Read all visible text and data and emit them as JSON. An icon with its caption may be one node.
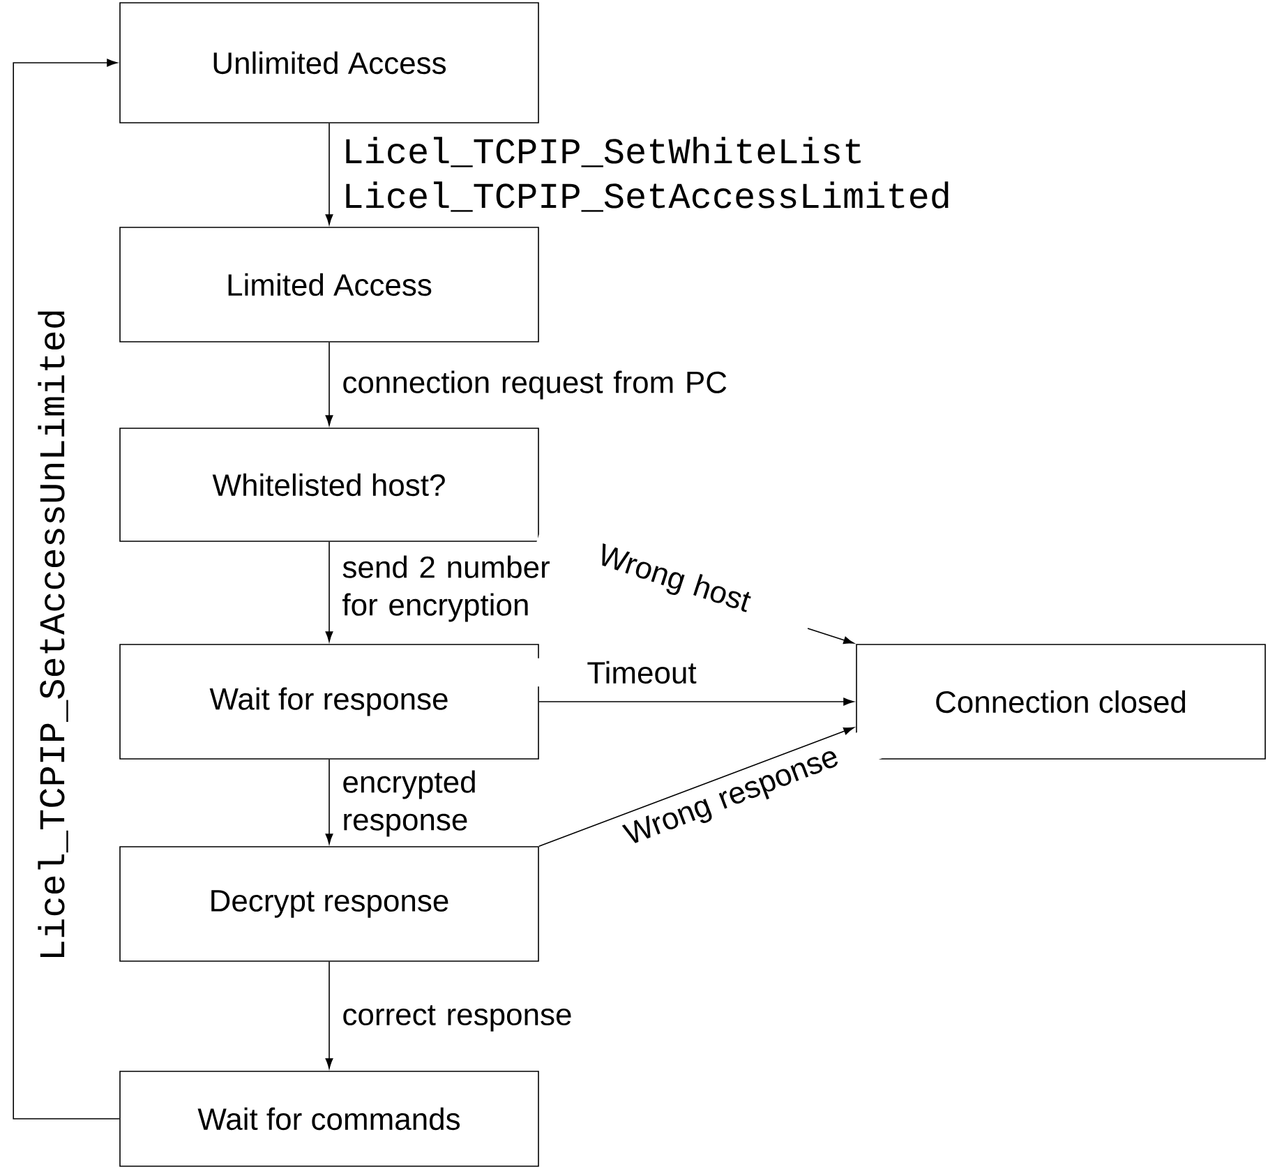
{
  "diagram": {
    "nodes": [
      {
        "text": [
          "Unlimited Access"
        ]
      },
      {
        "text": [
          "Limited Access"
        ]
      },
      {
        "text": [
          "Whitelisted host?"
        ]
      },
      {
        "text": [
          "Wait for response"
        ]
      },
      {
        "text": [
          "Decrypt response"
        ]
      },
      {
        "text": [
          "Wait for commands"
        ]
      },
      {
        "text": [
          "Connection closed"
        ]
      }
    ],
    "edges": [
      {
        "from": 0,
        "to": 1,
        "arrow": "to",
        "label": "Licel_TCPIP_SetWhiteList Licel_TCPIP_SetAccessLimited"
      },
      {
        "from": 1,
        "to": 2,
        "arrow": "to",
        "label": "connection request from PC"
      },
      {
        "from": 2,
        "to": 3,
        "arrow": "to",
        "label": "send 2 number for encryption"
      },
      {
        "from": 2,
        "to": 6,
        "arrow": "to",
        "label": "Wrong host"
      },
      {
        "from": 3,
        "to": 6,
        "arrow": "to",
        "label": "Timeout"
      },
      {
        "from": 3,
        "to": 4,
        "arrow": "to",
        "label": "encrypted response"
      },
      {
        "from": 4,
        "to": 6,
        "arrow": "to",
        "label": "Wrong response"
      },
      {
        "from": 4,
        "to": 5,
        "arrow": "to",
        "label": "correct response"
      },
      {
        "from": 5,
        "to": 0,
        "arrow": "to",
        "label": "Licel_TCPIP_SetAccessUnLimited"
      }
    ]
  }
}
